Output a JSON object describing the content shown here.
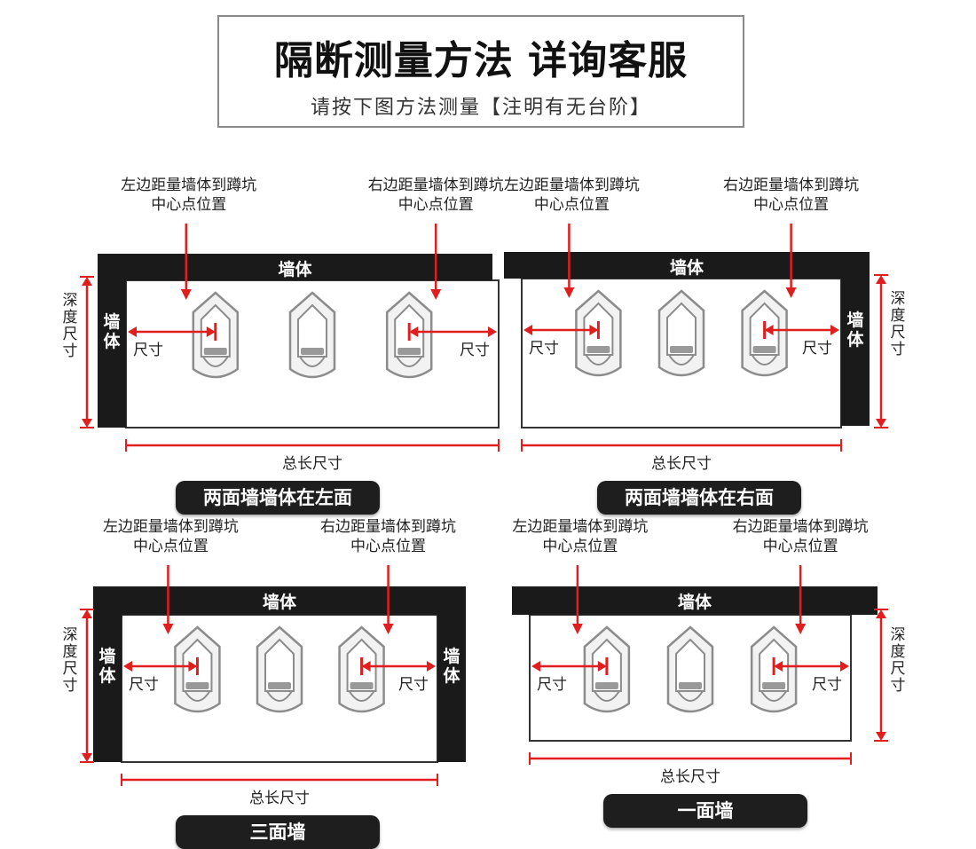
{
  "header": {
    "title": "隔断测量方法 详询客服",
    "subtitle": "请按下图方法测量【注明有无台阶】"
  },
  "colors": {
    "wall": "#1a1a1a",
    "arrow": "#e01e1e",
    "urinal": "#8c8c8c",
    "pill": "#1e1e1e"
  },
  "panels": [
    {
      "note_left": [
        "左边距量墙体到蹲坑",
        "中心点位置"
      ],
      "note_right": [
        "右边距量墙体到蹲坑",
        "中心点位置"
      ],
      "wall_top": "墙体",
      "wall_left": "墙体",
      "wall_right": "",
      "depth": "深度尺寸",
      "size": "尺寸",
      "total": "总长尺寸",
      "caption": "两面墙墙体在左面"
    },
    {
      "note_left": [
        "左边距量墙体到蹲坑",
        "中心点位置"
      ],
      "note_right": [
        "右边距量墙体到蹲坑",
        "中心点位置"
      ],
      "wall_top": "墙体",
      "wall_left": "",
      "wall_right": "墙体",
      "depth": "深度尺寸",
      "size": "尺寸",
      "total": "总长尺寸",
      "caption": "两面墙墙体在右面"
    },
    {
      "note_left": [
        "左边距量墙体到蹲坑",
        "中心点位置"
      ],
      "note_right": [
        "右边距量墙体到蹲坑",
        "中心点位置"
      ],
      "wall_top": "墙体",
      "wall_left": "墙体",
      "wall_right": "墙体",
      "depth": "深度尺寸",
      "size": "尺寸",
      "total": "总长尺寸",
      "caption": "三面墙"
    },
    {
      "note_left": [
        "左边距量墙体到蹲坑",
        "中心点位置"
      ],
      "note_right": [
        "右边距量墙体到蹲坑",
        "中心点位置"
      ],
      "wall_top": "墙体",
      "wall_left": "",
      "wall_right": "",
      "depth": "深度尺寸",
      "size": "尺寸",
      "total": "总长尺寸",
      "caption": "一面墙"
    }
  ]
}
